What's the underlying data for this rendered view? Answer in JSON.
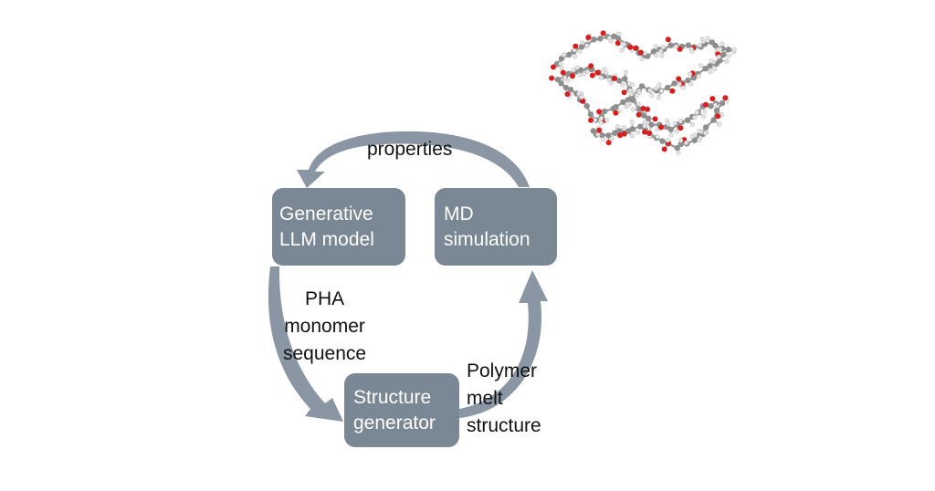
{
  "nodes": {
    "generative": {
      "lines": [
        "Generative",
        "LLM model"
      ]
    },
    "md": {
      "lines": [
        "MD",
        "simulation"
      ]
    },
    "structure": {
      "lines": [
        "Structure",
        "generator"
      ]
    }
  },
  "edges": {
    "properties": {
      "label": "properties"
    },
    "pha": {
      "lines": [
        "PHA",
        "monomer",
        "sequence"
      ]
    },
    "polymer": {
      "lines": [
        "Polymer",
        "melt",
        "structure"
      ]
    }
  },
  "colors": {
    "box": "#7a8794",
    "box_text": "#ffffff",
    "arrow": "#8a96a3",
    "label_text": "#111111",
    "atom_oxygen": "#d61f1f",
    "atom_carbon": "#8e8e8e",
    "atom_hydrogen": "#e6e6e6"
  }
}
